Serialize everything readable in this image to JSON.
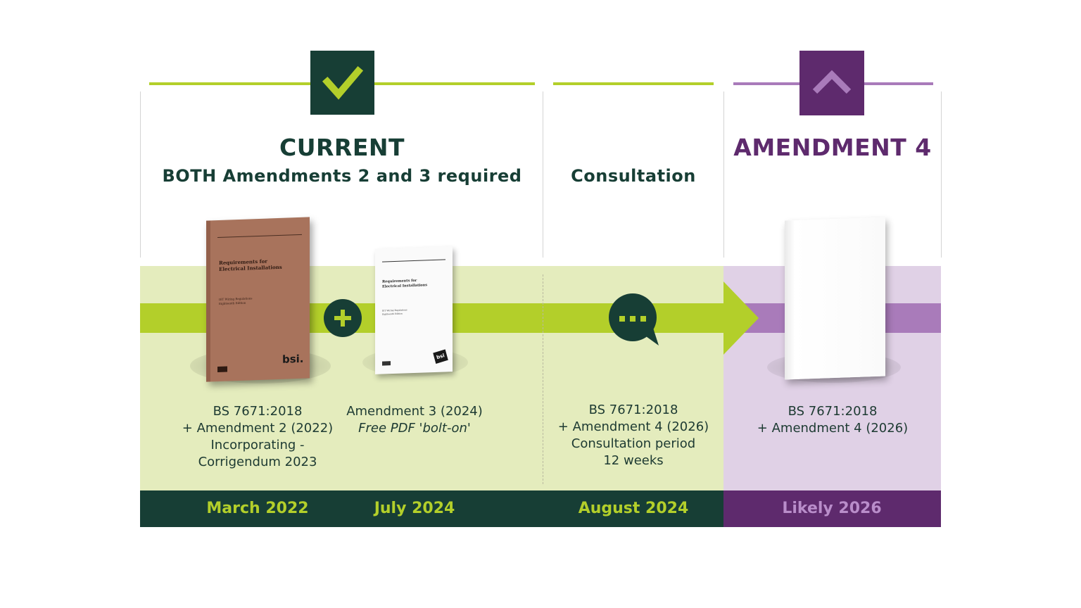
{
  "colors": {
    "dark_green": "#173e35",
    "lime": "#b3cf2a",
    "lime_pale": "#e4ecbd",
    "purple": "#5e2a6d",
    "lilac_pale": "#e0d1e6",
    "lilac_band": "#a97bba"
  },
  "stages": {
    "current": {
      "title": "CURRENT",
      "subtitle": "BOTH Amendments 2 and 3 required",
      "icon": "check-icon"
    },
    "consultation": {
      "title": "Consultation"
    },
    "amendment4": {
      "title": "AMENDMENT 4",
      "icon": "chevron-up-icon"
    }
  },
  "books": {
    "main": {
      "title": "Requirements for Electrical Installations",
      "edition": "IET Wiring Regulations Eighteenth Edition",
      "publisher": "bsi."
    },
    "amendment3": {
      "title": "Requirements for Electrical Installations",
      "edition": "IET Wiring Regulations Eighteenth Edition",
      "publisher": "bsi"
    }
  },
  "captions": {
    "march2022": [
      "BS 7671:2018",
      "+ Amendment 2 (2022)",
      "Incorporating -",
      "Corrigendum 2023"
    ],
    "july2024": [
      "Amendment 3 (2024)",
      "Free PDF 'bolt-on'"
    ],
    "august2024": [
      "BS 7671:2018",
      "+ Amendment 4 (2026)",
      "Consultation period",
      "12 weeks"
    ],
    "likely2026": [
      "BS 7671:2018",
      "+ Amendment 4 (2026)"
    ]
  },
  "dates": {
    "march2022": "March 2022",
    "july2024": "July 2024",
    "august2024": "August 2024",
    "likely2026": "Likely 2026"
  }
}
